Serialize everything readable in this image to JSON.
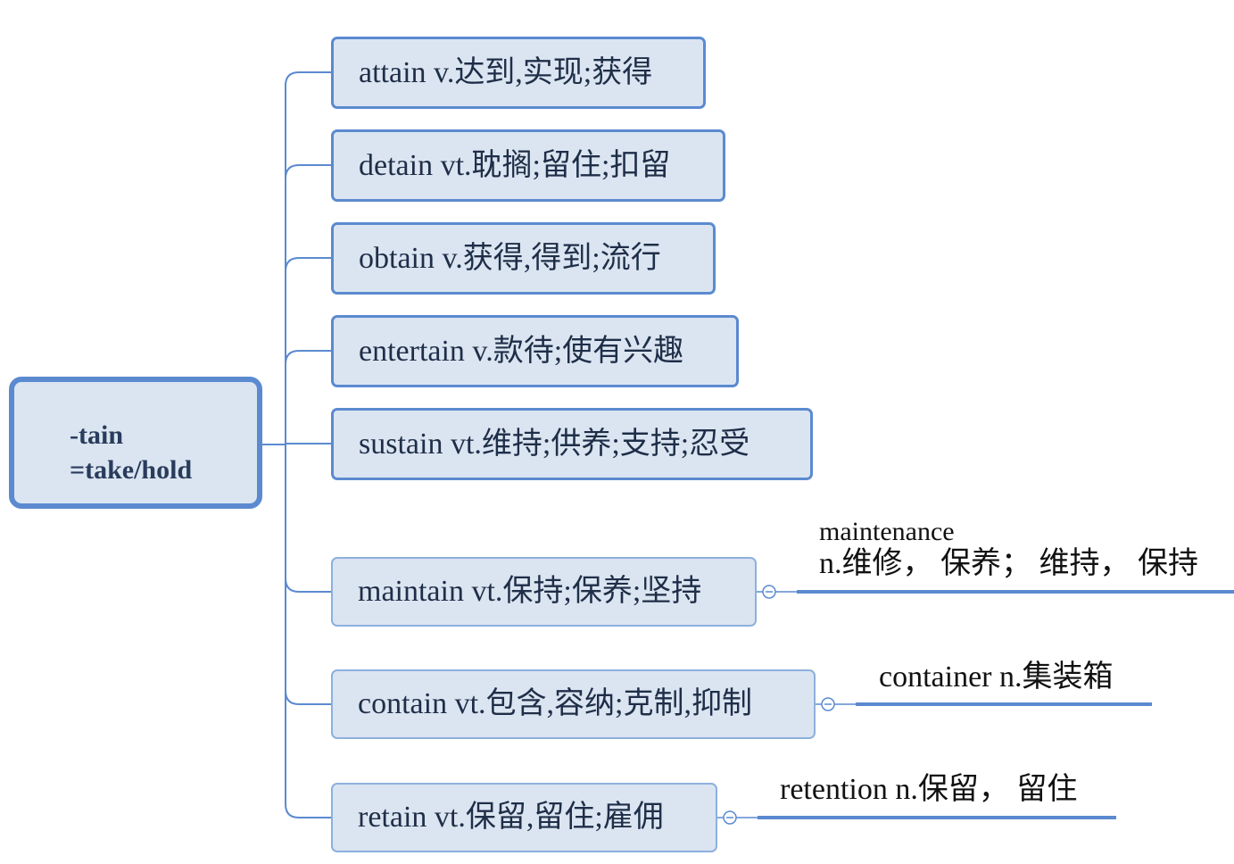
{
  "root": {
    "line1": "-tain",
    "line2": "=take/hold"
  },
  "branches": [
    {
      "label": "attain v.达到,实现;获得"
    },
    {
      "label": "detain vt.耽搁;留住;扣留"
    },
    {
      "label": "obtain v.获得,得到;流行"
    },
    {
      "label": "entertain v.款待;使有兴趣"
    },
    {
      "label": "sustain vt.维持;供养;支持;忍受"
    },
    {
      "label": "maintain vt.保持;保养;坚持",
      "derivative": {
        "line1": "maintenance",
        "line2": "n.维修， 保养； 维持， 保持"
      }
    },
    {
      "label": "contain vt.包含,容纳;克制,抑制",
      "derivative": {
        "line1": "container n.集装箱"
      }
    },
    {
      "label": "retain vt.保留,留住;雇佣",
      "derivative": {
        "line1": "retention n.保留， 留住"
      }
    }
  ],
  "colors": {
    "node_fill": "#dbe5f1",
    "node_border": "#5b8ad0",
    "connector": "#5b8ad0",
    "root_text": "#2a3c5c"
  }
}
